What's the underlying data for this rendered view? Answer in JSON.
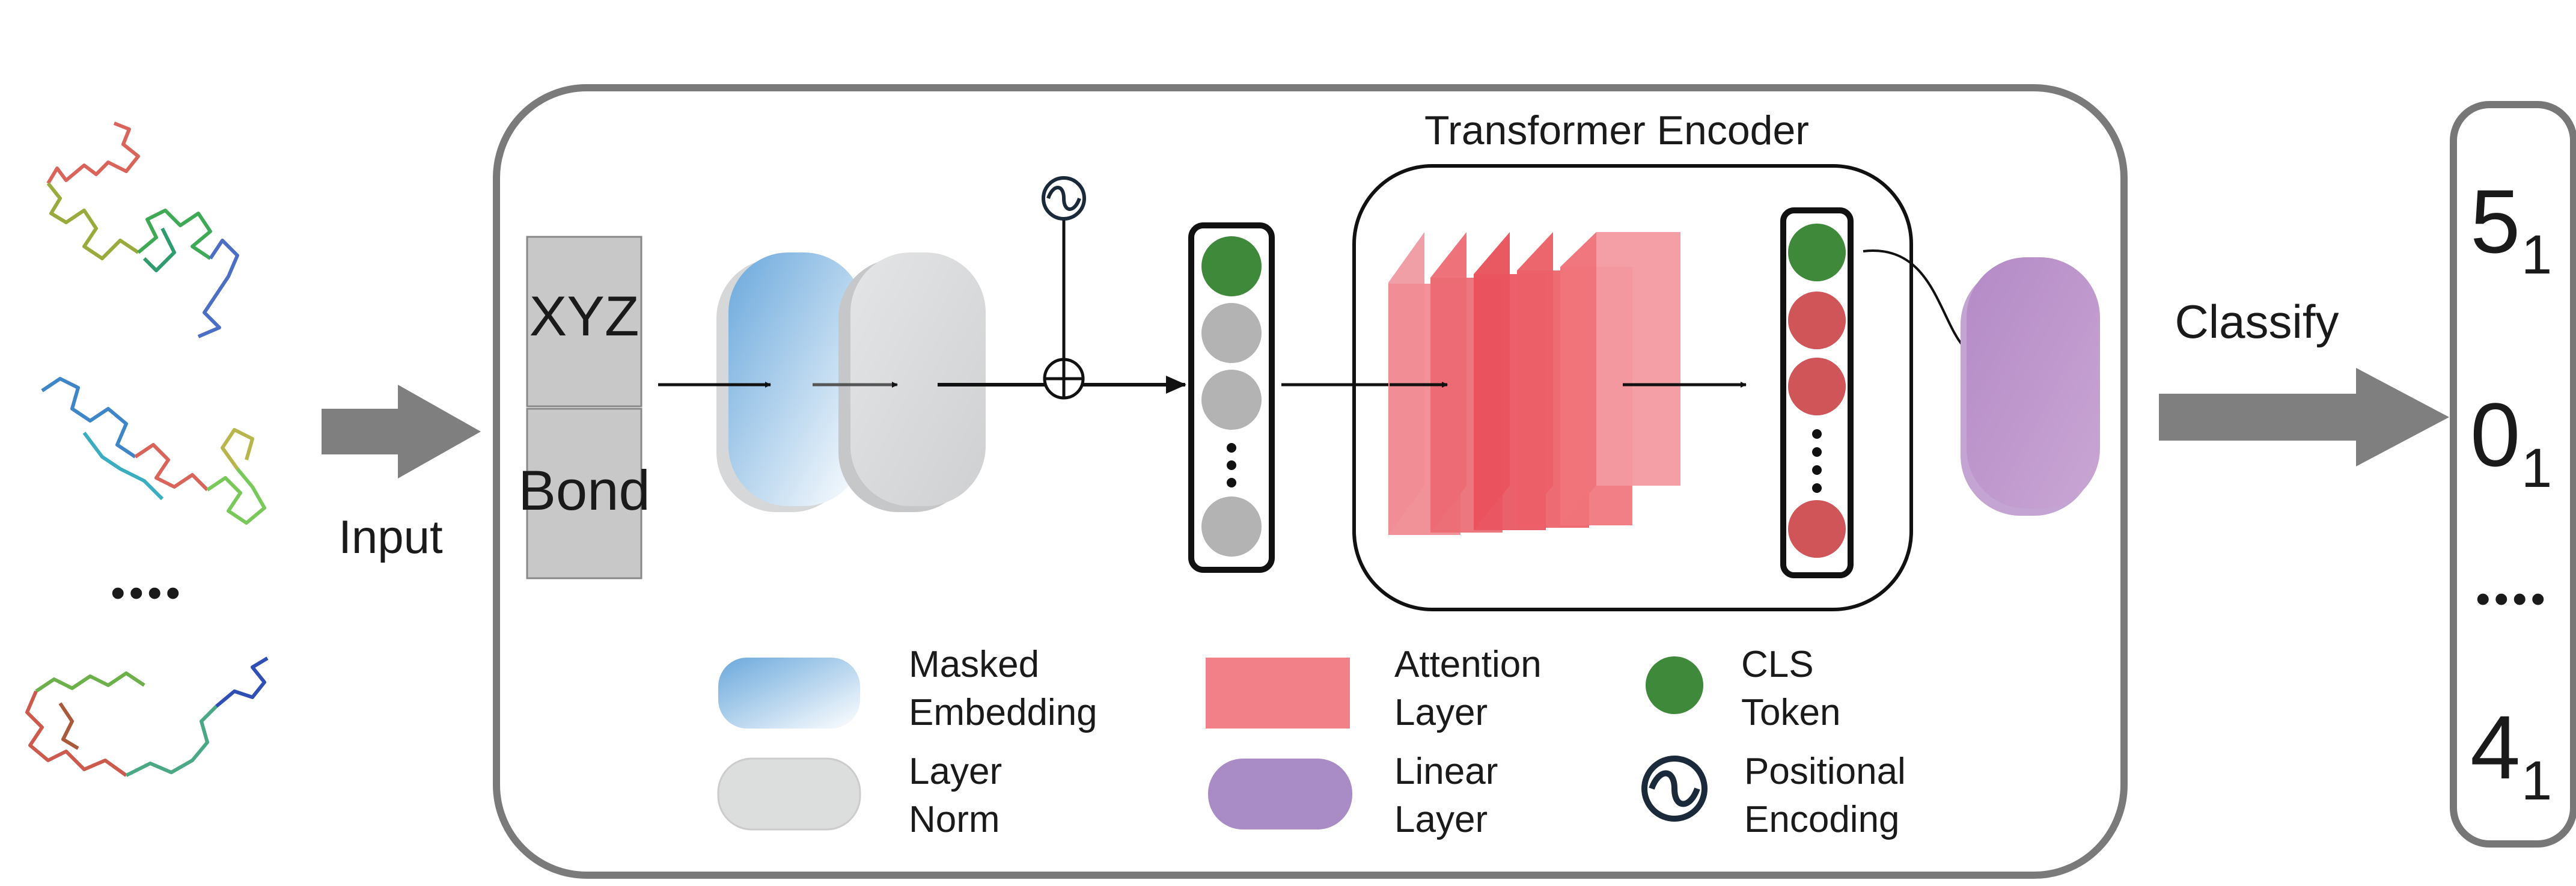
{
  "input_label": "Input",
  "more_dots": "••••",
  "boxes": {
    "xyz": "XYZ",
    "bond": "Bond"
  },
  "encoder_title": "Transformer Encoder",
  "classify_label": "Classify",
  "classes": [
    {
      "base": "5",
      "sub": "1"
    },
    {
      "base": "0",
      "sub": "1"
    },
    {
      "base": "4",
      "sub": "1"
    }
  ],
  "legend": {
    "masked_embedding": [
      "Masked",
      "Embedding"
    ],
    "layer_norm": [
      "Layer",
      "Norm"
    ],
    "attention_layer": [
      "Attention",
      "Layer"
    ],
    "linear_layer": [
      "Linear",
      "Layer"
    ],
    "cls_token": [
      "CLS",
      "Token"
    ],
    "positional_encoding": [
      "Positional",
      "Encoding"
    ]
  },
  "colors": {
    "masked_embedding": "#8fbde3",
    "layer_norm": "#d9dadb",
    "attention": "#f28088",
    "linear": "#b996c9",
    "cls_token": "#3f8a3a",
    "token_gray": "#b3b3b3",
    "token_red": "#cf5558",
    "arrow_gray": "#7f7f7f"
  }
}
